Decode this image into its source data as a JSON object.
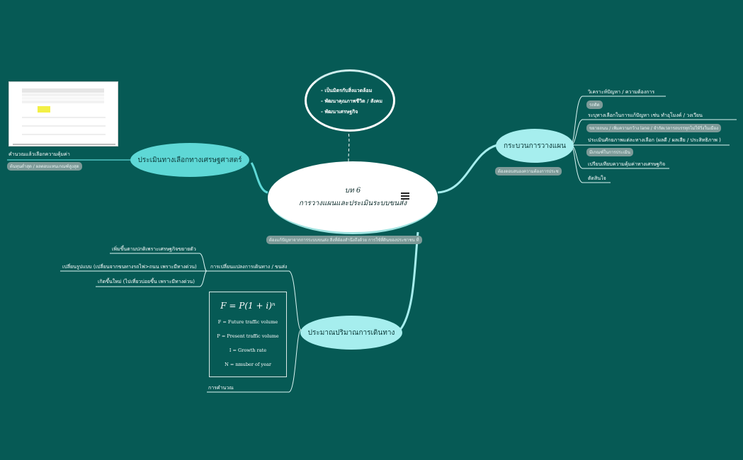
{
  "central": {
    "line1": "บท 6",
    "line2": "การวางแผนและประเมินระบบขนส่ง",
    "note": "ต้องแก้ปัญหาจากการระบบขนส่ง สิ่งที่ต้องสำนึงถึงด้วย การใช้ที่ดินของประชาชน ที่"
  },
  "callout": {
    "items": [
      "- เป็นมิตรกับสิ่งแวดล้อม",
      "- พัฒนาคุณภาพชีวิต / สังคม",
      "- พัฒนาเศรษฐกิจ"
    ]
  },
  "planning": {
    "title": "กระบวนการวางแผน",
    "note": "ต้องตอบสนองความต้องการประช",
    "items": [
      "วิเคราะห์ปัญหา / ความต้องการ",
      "ระบุทางเลือกในการแก้ปัญหา เช่น ทำอุโมงค์ / วงเวียน",
      "ประเมินศักยภาพแต่ละทางเลือก (ผลดี / ผลเสีย / ประสิทธิภาพ  )",
      "เปรียบเทียบความคุ้มค่าทางเศรษฐกิจ",
      "ตัดสินใจ"
    ],
    "notes": [
      "รถติด",
      "ขยายถนน / เพิ่มความกว้าง lane / จำกัดเวลารถบรรทุกไม่ให้วิ่งในเมือง",
      "มีเกณฑ์ในการประเมิน"
    ]
  },
  "economic": {
    "title": "ประเมินทางเลือกทางเศรษฐศาสตร์",
    "leaf": "คำนวณแล้วเลือกความคุ้มค่า",
    "note": "ต้นทุนต่ำสุด / ผลตอบแทนเกณฑ์สูงสุด"
  },
  "traffic": {
    "title": "ประมาณปริมาณการเดินทาง",
    "branch1": "การเปลี่ยนแปลงการเดินทาง / ขนส่ง",
    "sub_items": [
      "เพิ่มขึ้นตามปกติเพราะเศรษฐกิจขยายตัว",
      "เปลี่ยนรูปแบบ (เปลี่ยนจากขนทางรถไฟ>ถนน เพราะมีทางด่วน)",
      "เกิดขึ้นใหม่ (ไปเที่ยวบ่อยขึ้น เพราะมีทางด่วน)"
    ],
    "branch2": "การคำนวณ",
    "formula": "F = P(1 + i)ⁿ",
    "formula_lines": [
      "F = Future traffic volume",
      "P = Present traffic volume",
      "I = Growth rate",
      "N = nmuber of year"
    ]
  },
  "colors": {
    "background": "#065a55",
    "topic_fill": "#a6eeee",
    "topic_left_fill": "#5ed8d6",
    "line": "#dcf6f4"
  }
}
